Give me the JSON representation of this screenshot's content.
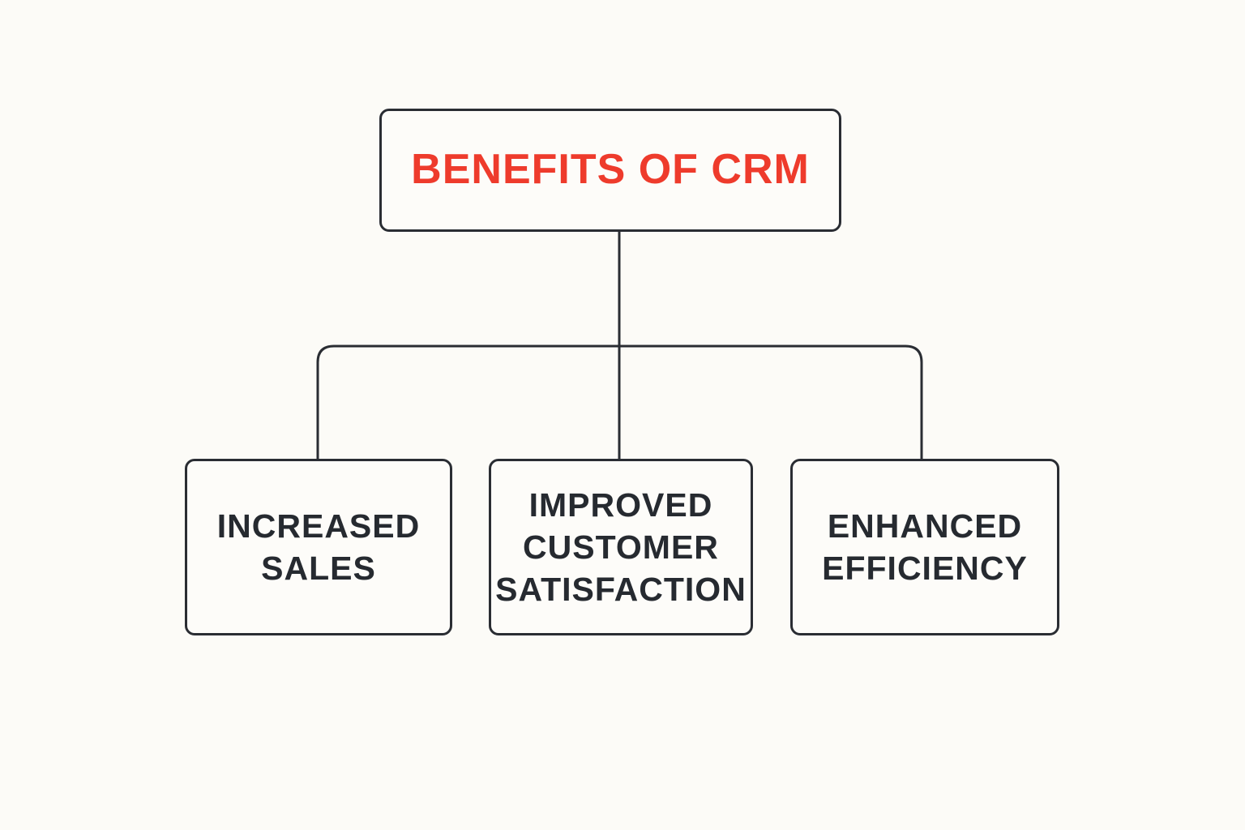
{
  "colors": {
    "background": "#fcfbf7",
    "title": "#ee3b2c",
    "text": "#262a30",
    "line": "#2a2d33",
    "box_fill": "#fdfcf9"
  },
  "diagram": {
    "root": {
      "label": "BENEFITS OF CRM"
    },
    "children": [
      {
        "label": "INCREASED\nSALES"
      },
      {
        "label": "IMPROVED\nCUSTOMER\nSATISFACTION"
      },
      {
        "label": "ENHANCED\nEFFICIENCY"
      }
    ]
  }
}
